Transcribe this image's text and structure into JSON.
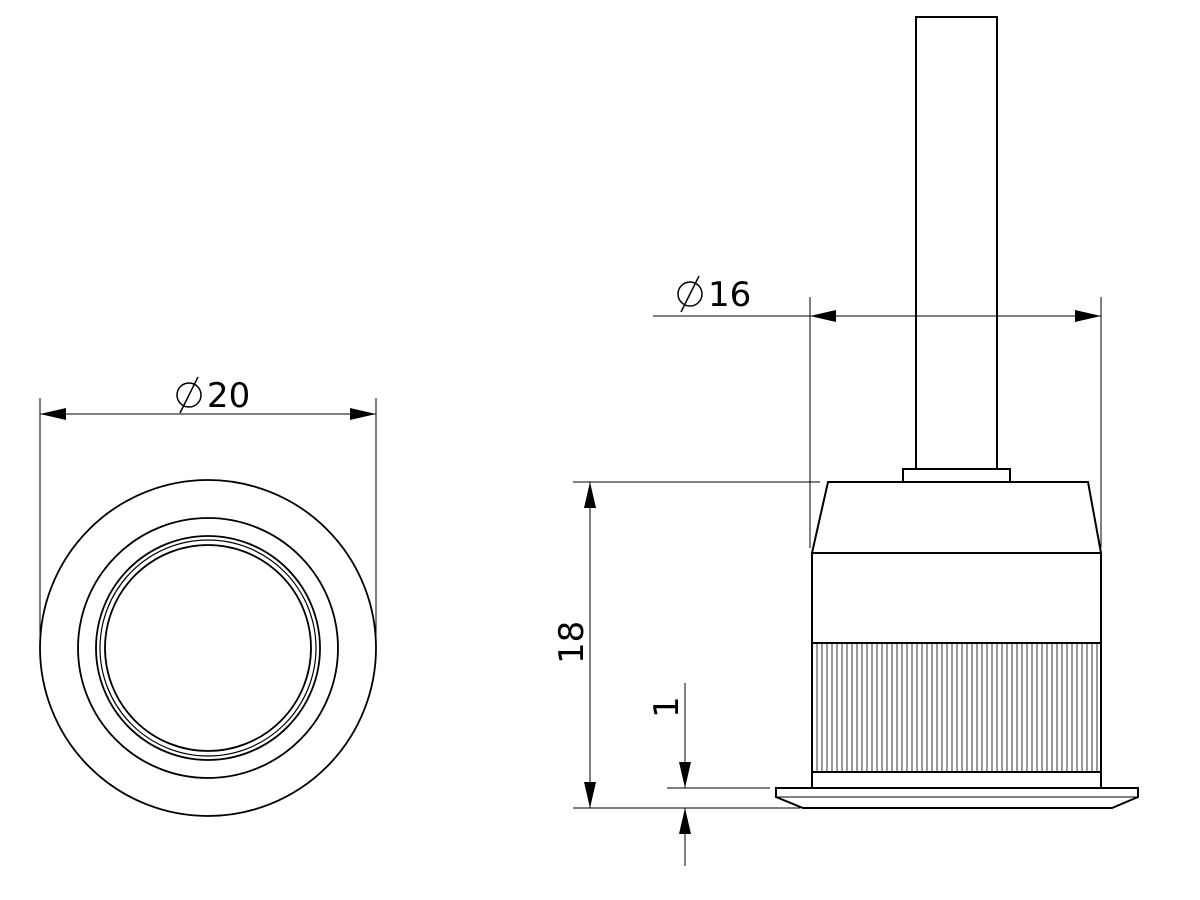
{
  "dimensions": {
    "top_view_diameter": "20",
    "side_view_diameter": "16",
    "height": "18",
    "flange_thickness": "1"
  },
  "symbols": {
    "diameter": "∅"
  },
  "colors": {
    "line": "#000000",
    "background": "#ffffff"
  }
}
